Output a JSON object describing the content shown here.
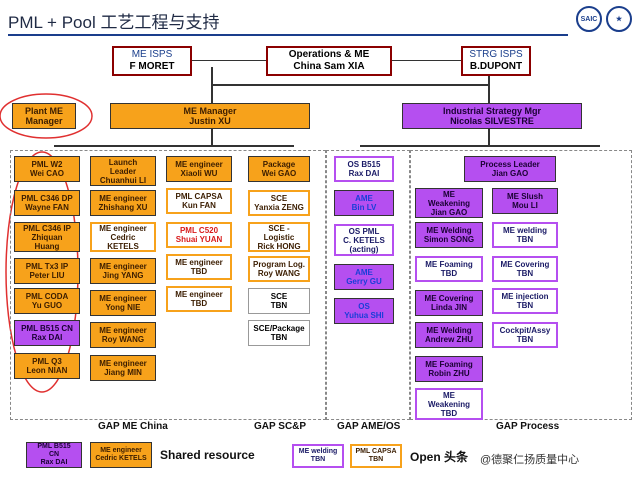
{
  "header": {
    "title": "PML + Pool 工艺工程与支持",
    "logo_text": "SAIC"
  },
  "top": {
    "left": {
      "l1": "ME ISPS",
      "l2": "F MORET"
    },
    "center": {
      "l1": "Operations & ME",
      "l2": "China     Sam XIA"
    },
    "right": {
      "l1": "STRG ISPS",
      "l2": "B.DUPONT"
    }
  },
  "level2": {
    "plant_me": {
      "l1": "Plant ME",
      "l2": "Manager"
    },
    "me_manager": {
      "l1": "ME Manager",
      "l2": "Justin XU"
    },
    "strategy": {
      "l1": "Industrial Strategy Mgr",
      "l2": "Nicolas SILVESTRE"
    }
  },
  "col1": [
    {
      "l1": "PML W2",
      "l2": "Wei CAO"
    },
    {
      "l1": "PML C346 DP",
      "l2": "Wayne FAN"
    },
    {
      "l1": "PML C346 IP",
      "l2": "Zhiquan",
      "l3": "Huang"
    },
    {
      "l1": "PML Tx3 IP",
      "l2": "Peter LIU"
    },
    {
      "l1": "PML CODA",
      "l2": "Yu GUO"
    },
    {
      "l1": "PML B515  CN",
      "l2": "Rax DAI"
    },
    {
      "l1": "PML Q3",
      "l2": "Leon NIAN"
    }
  ],
  "col2": [
    {
      "l1": "Launch",
      "l2": "Leader",
      "l3": "Chuanhui LI"
    },
    {
      "l1": "ME engineer",
      "l2": "Zhishang XU"
    },
    {
      "l1": "ME engineer",
      "l2": "Cedric",
      "l3": "KETELS"
    },
    {
      "l1": "ME engineer",
      "l2": "Jing YANG"
    },
    {
      "l1": "ME engineer",
      "l2": "Yong NIE"
    },
    {
      "l1": "ME engineer",
      "l2": "Roy WANG"
    },
    {
      "l1": "ME engineer",
      "l2": "Jiang MIN"
    }
  ],
  "col3": [
    {
      "l1": "ME engineer",
      "l2": "Xiaoli WU"
    },
    {
      "l1": "PML CAPSA",
      "l2": "Kun FAN"
    },
    {
      "l1": "PML C520",
      "l2": "Shuai YUAN"
    },
    {
      "l1": "ME engineer",
      "l2": "TBD"
    },
    {
      "l1": "ME engineer",
      "l2": "TBD"
    }
  ],
  "col4": [
    {
      "l1": "Package",
      "l2": "Wei GAO"
    },
    {
      "l1": "SCE",
      "l2": "Yanxia ZENG"
    },
    {
      "l1": "SCE -",
      "l2": "Logistic",
      "l3": "Rick HONG"
    },
    {
      "l1": "Program Log.",
      "l2": "Roy WANG"
    },
    {
      "l1": "SCE",
      "l2": "TBN"
    },
    {
      "l1": "SCE/Package",
      "l2": "TBN"
    }
  ],
  "col5": [
    {
      "l1": "OS  B515",
      "l2": "Rax DAI"
    },
    {
      "l1": "AME",
      "l2": "Bin LV"
    },
    {
      "l1": "OS PML",
      "l2": "C. KETELS",
      "l3": "(acting)"
    },
    {
      "l1": "AME",
      "l2": "Gerry GU"
    },
    {
      "l1": "OS",
      "l2": "Yuhua SHI"
    }
  ],
  "process_leader": {
    "l1": "Process Leader",
    "l2": "Jian GAO"
  },
  "col6": [
    {
      "l1": "ME",
      "l2": "Weakening",
      "l3": "Jian GAO"
    },
    {
      "l1": "ME Welding",
      "l2": "Simon SONG"
    },
    {
      "l1": "ME Foaming",
      "l2": "TBD"
    },
    {
      "l1": "ME Covering",
      "l2": "Linda JIN"
    },
    {
      "l1": "ME Welding",
      "l2": "Andrew ZHU"
    },
    {
      "l1": "ME Foaming",
      "l2": "Robin ZHU"
    },
    {
      "l1": "ME",
      "l2": "Weakening",
      "l3": "TBD"
    }
  ],
  "col7": [
    {
      "l1": "ME Slush",
      "l2": "Mou LI"
    },
    {
      "l1": "ME welding",
      "l2": "TBN"
    },
    {
      "l1": "ME Covering",
      "l2": "TBN"
    },
    {
      "l1": "ME injection",
      "l2": "TBN"
    },
    {
      "l1": "Cockpit/Assy",
      "l2": "TBN"
    }
  ],
  "groups": {
    "china": "GAP ME China",
    "scp": "GAP SC&P",
    "ameos": "GAP AME/OS",
    "process": "GAP Process"
  },
  "legend": {
    "b1": {
      "l1": "PML B515",
      "l2": "CN",
      "l3": "Rax DAI"
    },
    "b2": {
      "l1": "ME engineer",
      "l2": "Cedric KETELS"
    },
    "shared": "Shared resource",
    "b3": {
      "l1": "ME welding",
      "l2": "TBN"
    },
    "b4": {
      "l1": "PML CAPSA",
      "l2": "TBN"
    },
    "open": "Open 头条",
    "watermark": "@德聚仁扬质量中心"
  }
}
